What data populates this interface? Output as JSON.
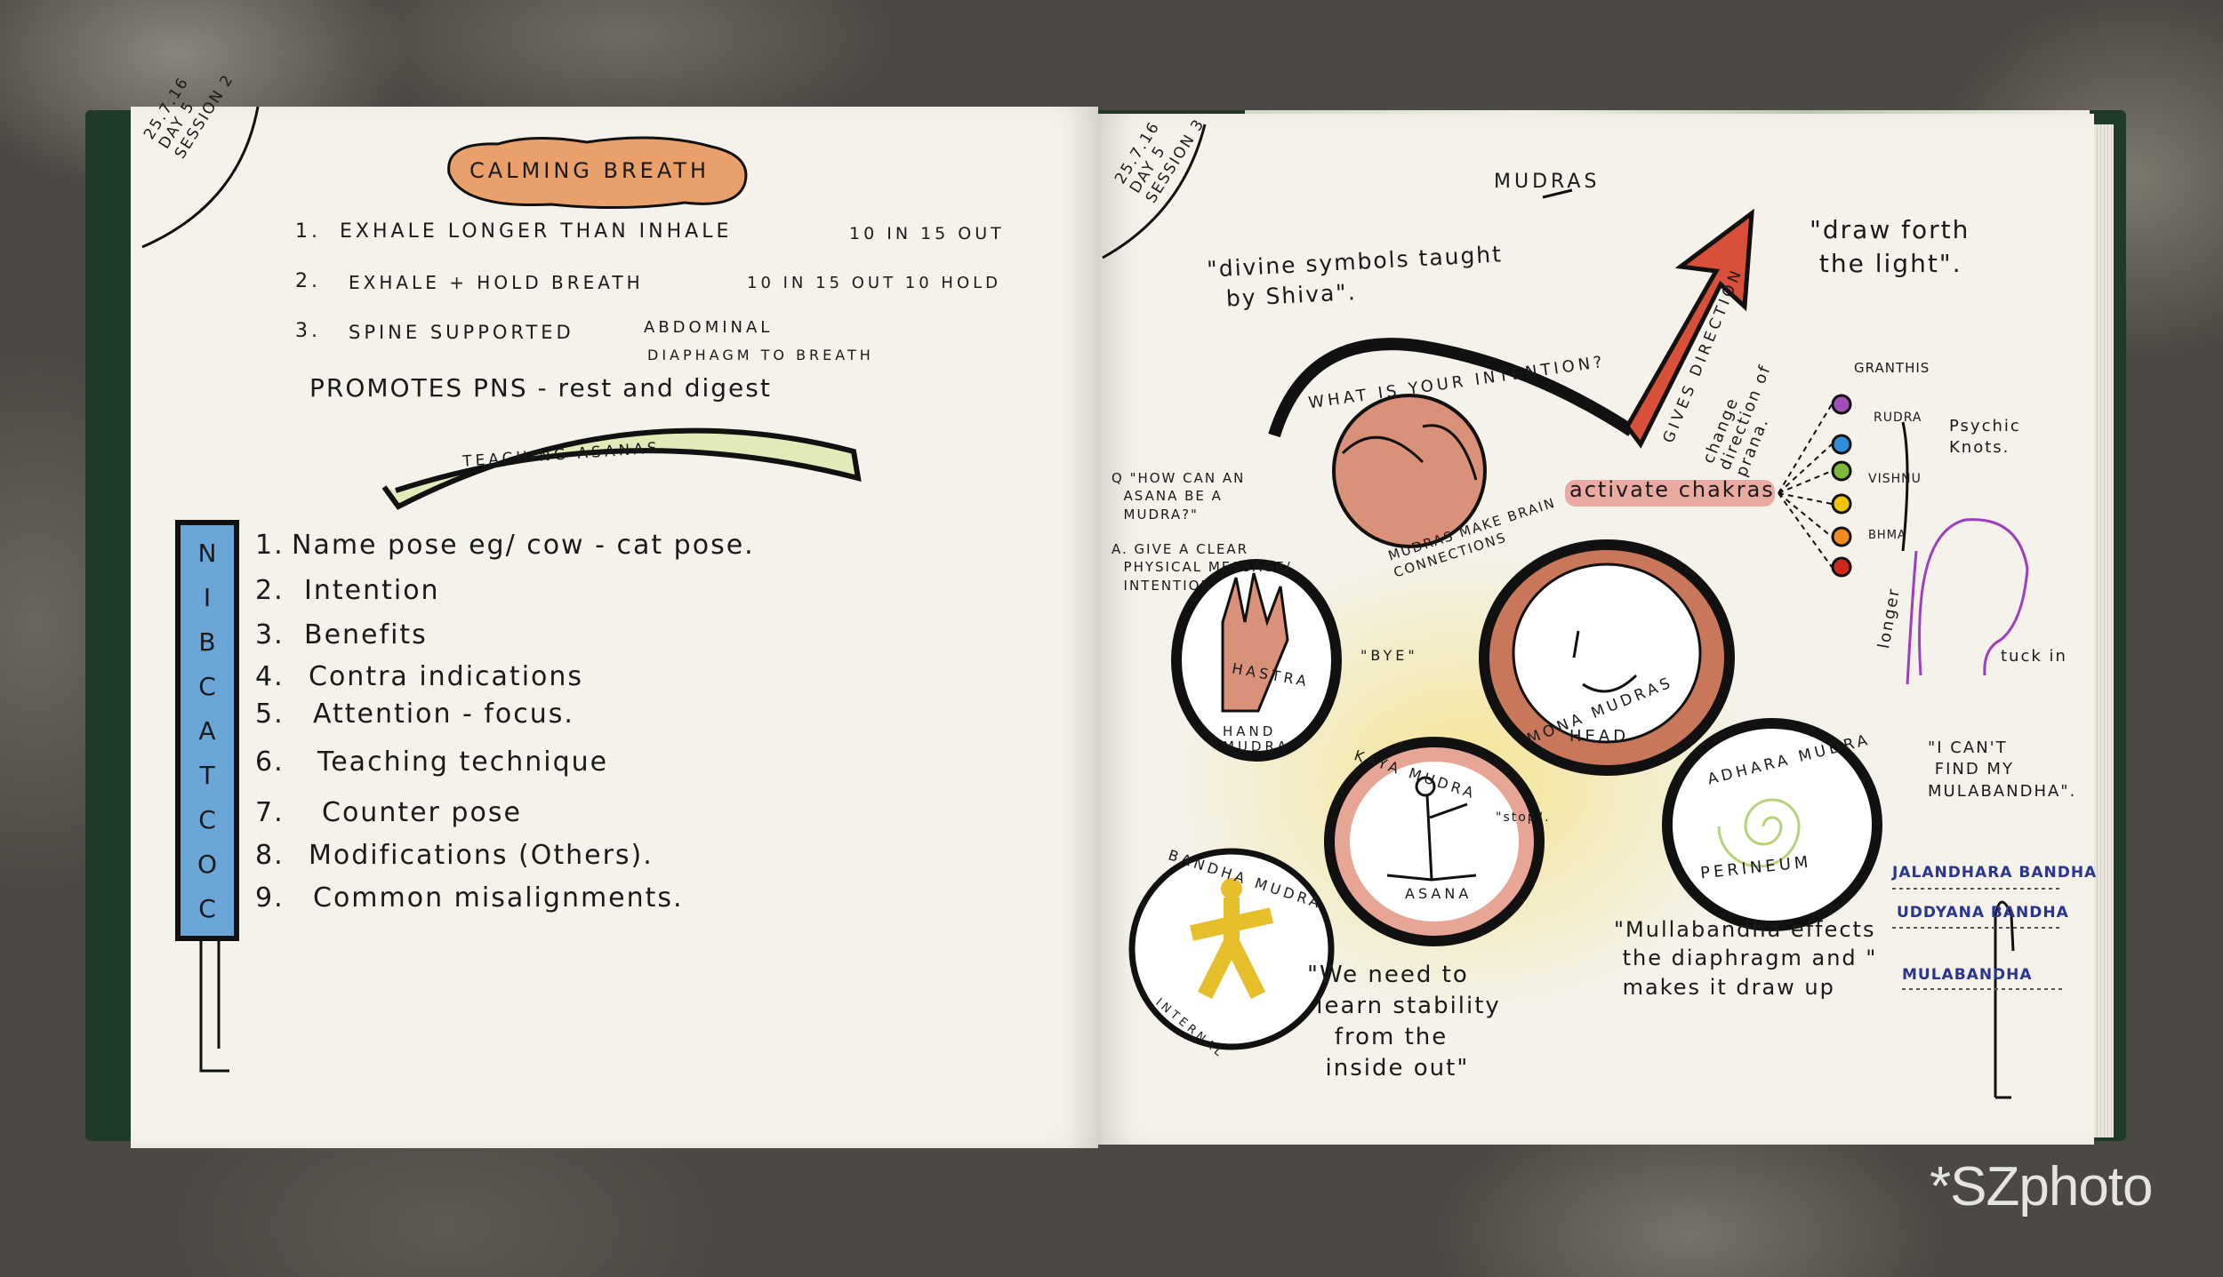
{
  "left_page": {
    "date_stamp": "25.7.16\nDAY 5\nSESSION 2",
    "title": "CALMING BREATH",
    "breath_steps": [
      {
        "num": "1.",
        "text": "EXHALE  LONGER  THAN  INHALE",
        "detail": "10 IN  15 OUT"
      },
      {
        "num": "2.",
        "text": "EXHALE  +  HOLD  BREATH",
        "detail": "10 IN  15 OUT  10 HOLD"
      },
      {
        "num": "3.",
        "text": "SPINE   SUPPORTED",
        "detail": "ABDOMINAL"
      }
    ],
    "diaphragm_note": "DIAPHAGM TO BREATH",
    "pns_note": "PROMOTES PNS - rest and digest",
    "banner": "TEACHING ASANAS",
    "acronym": [
      "N",
      "I",
      "B",
      "C",
      "A",
      "T",
      "C",
      "O",
      "C"
    ],
    "checklist": [
      {
        "num": "1.",
        "text": "Name pose  eg/ cow - cat pose."
      },
      {
        "num": "2.",
        "text": "Intention"
      },
      {
        "num": "3.",
        "text": "Benefits"
      },
      {
        "num": "4.",
        "text": "Contra indications"
      },
      {
        "num": "5.",
        "text": "Attention - focus."
      },
      {
        "num": "6.",
        "text": "Teaching technique"
      },
      {
        "num": "7.",
        "text": "Counter pose"
      },
      {
        "num": "8.",
        "text": "Modifications  (Others)."
      },
      {
        "num": "9.",
        "text": "Common misalignments."
      }
    ]
  },
  "right_page": {
    "date_stamp": "25.7.16\nDAY 5\nSESSION 3",
    "title": "MUDRAS",
    "quote_divine": "\"divine symbols taught\n  by Shiva\".",
    "quote_light": "\"draw forth\n the light\".",
    "intention_arc": "WHAT IS YOUR INTENTION?",
    "arrow_label": "GIVES DIRECTION",
    "arrow_note": "change\ndirection of\nprana.",
    "question": "Q \"HOW CAN AN\n  ASANA BE A\n  MUDRA?\"",
    "answer": "A. GIVE A CLEAR\n  PHYSICAL MESSAGE/\n  INTENTION",
    "brain_caption": "MUDRAS MAKE BRAIN\nCONNECTIONS",
    "chakras_label": "activate chakras",
    "granthis_label": "GRANTHIS",
    "granthis": [
      "RUDRA",
      "VISHNU",
      "BHMA"
    ],
    "psychic_knots": "Psychic\nKnots.",
    "chakra_colors": [
      "#a04fb8",
      "#2f8fd8",
      "#7cb83a",
      "#f0c400",
      "#f08a20",
      "#d0281e"
    ],
    "posture_notes": {
      "longer": "longer",
      "tuck_in": "tuck in"
    },
    "mudras": [
      {
        "name": "HASTRA",
        "sub": "HAND\nMUDRA",
        "quote": "\"BYE\""
      },
      {
        "name": "MONA MUDRAS",
        "sub": "HEAD"
      },
      {
        "name": "KAYA MUDRA",
        "sub": "ASANA",
        "quote": "\"stop\"."
      },
      {
        "name": "ADHARA MUDRA",
        "sub": "PERINEUM"
      },
      {
        "name": "BANDHA MUDRA",
        "sub": "INTERNAL"
      }
    ],
    "quote_stability": "\"We need to\n learn stability\n   from the\n  inside out\"",
    "quote_mulabandha": "\"I CAN'T\n FIND MY\nMULABANDHA\".",
    "quote_diaphragm": "\"Mullabandha effects\n the diaphragm and \"\n makes it draw up",
    "bandhas": [
      "JALANDHARA BANDHA",
      "UDDYANA BANDHA",
      "MULABANDHA"
    ]
  },
  "watermark": "*SZphoto"
}
